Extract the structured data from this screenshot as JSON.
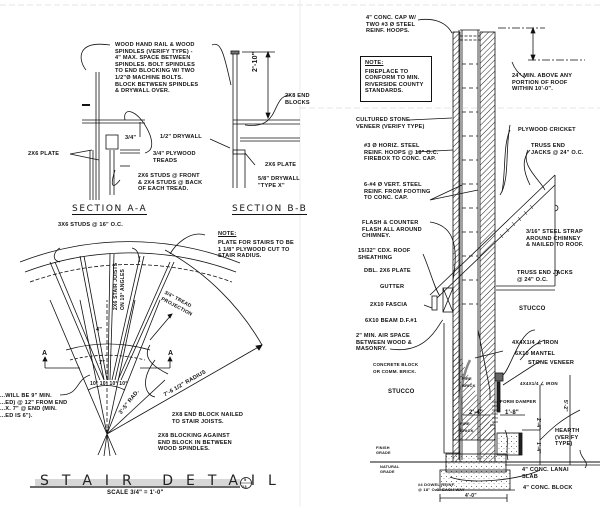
{
  "sheet": {
    "left_panel": {
      "section_titles": {
        "a": "SECTION A-A",
        "b": "SECTION B-B"
      },
      "labels": {
        "handrail": "WOOD HAND RAIL & WOOD\nSPINDLES (VERIFY TYPE) -\n4\" MAX. SPACE BETWEEN\nSPINDLES. BOLT SPINDLES\nTO END BLOCKING W/ TWO\n1/2\"Ø MACHINE BOLTS.\nBLOCK BETWEEN SPINDLES\n& DRYWALL OVER.",
        "height_dim": "2'-10\"",
        "end_blocks": "2x8 END\nBLOCKS",
        "drywall_half": "1/2\" DRYWALL",
        "plywood_treads": "3/4\" PLYWOOD\nTREADS",
        "plate_left": "2x6 PLATE",
        "plate_right": "2x6 PLATE",
        "studs": "2x6 STUDS @ FRONT\n& 2x4 STUDS @ BACK\nOF EACH TREAD.",
        "drywall_typex": "5/8\" DRYWALL\n\"TYPE X\"",
        "tread_dim": "3/4\"",
        "studs_oc": "3x6 STUDS @ 16\" O.C.",
        "note_title": "NOTE:",
        "note_body": "PLATE FOR STAIRS TO BE\n1 1/8\" PLYWOOD CUT TO\nSTAIR RADIUS.",
        "joists": "2x6 STAIR JOISTS\nON 10° ANGLES",
        "tread_projection": "3/4\" TREAD\nPROJECTION",
        "radius_outer": "7'-6 1/2\" RADIUS",
        "radius_inner": "3'-5\" RAD.",
        "angles": "10° 10° 10° 10°",
        "tread_width": "7\"",
        "tread_min": "4\"",
        "end_note": "...WILL BE 9\" MIN.\n...ED) @ 12\" FROM END\n...X. 7\" @ END (MIN.\n...ED IS 6\").",
        "end_block": "2x8 END BLOCK NAILED\nTO STAIR JOISTS.",
        "blocking": "2x8 BLOCKING AGAINST\nEND BLOCK IN BETWEEN\nWOOD SPINDLES.",
        "section_marker": "A",
        "dim_b": "B"
      },
      "detail_title": "STAIR DETAIL",
      "detail_scale": "SCALE 3/4\" = 1'-0\"",
      "detail_ref": {
        "num": "5",
        "sheet": "13"
      }
    },
    "right_panel": {
      "labels": {
        "conc_cap": "4\" CONC. CAP W/\nTWO #3 Ø STEEL\nREINF. HOOPS.",
        "note_title": "NOTE:",
        "note_body": "FIREPLACE TO\nCONFORM TO MIN.\nRIVERSIDE COUNTY\nSTANDARDS.",
        "above_roof": "24\" MIN. ABOVE ANY\nPORTION OF ROOF\nWITHIN 10'-0\".",
        "stone_veneer": "CULTURED STONE\nVENEER (VERIFY TYPE)",
        "plywood_cricket": "PLYWOOD CRICKET",
        "horiz_steel": "#3 Ø HORIZ. STEEL\nREINF. HOOPS @ 18\" O.C.\nFIREBOX TO CONC. CAP.",
        "truss_jacks_top": "TRUSS END\nJACKS @ 24\" O.C.",
        "vert_steel": "6-#4 Ø VERT. STEEL\nREINF. FROM FOOTING\nTO CONC. CAP.",
        "flash": "FLASH & COUNTER\nFLASH ALL AROUND\nCHIMNEY.",
        "strap": "3/16\" STEEL STRAP\nAROUND CHIMNEY\n& NAILED TO ROOF.",
        "sheathing": "15/32\" CDX. ROOF\nSHEATHING",
        "dbl_plate": "DBL. 2x6 PLATE",
        "gutter": "GUTTER",
        "truss_jacks_bottom": "TRUSS END JACKS\n@ 24\" O.C.",
        "fascia": "2x10 FASCIA",
        "stucco_right": "STUCCO",
        "beam": "6x10 BEAM D.F.#1",
        "air_space": "2\" MIN. AIR SPACE\nBETWEEN WOOD &\nMASONRY.",
        "angle_iron_top": "4x4x1/4 ∠ IRON",
        "mantel": "6x10 MANTEL",
        "stone_veneer_2": "STONE VENEER",
        "conc_block": "CONCRETE BLOCK\nOR COMM. BRICK.",
        "angle_iron_2": "4x4x1/4 ∠ IRON",
        "stucco_left": "STUCCO",
        "form_damper": "FORM DAMPER",
        "fire_brick_top": "FIRE\nBRICK",
        "fire_brick_bottom": "FIRE\nBRICK",
        "dim_2_4": "2'-4\"",
        "dim_1_8": "1'-8\"",
        "dim_2_4_v": "2'-4\"",
        "dim_5_2": "5'-2\"",
        "dim_1_4": "1'-4\"",
        "hearth": "HEARTH\n(VERIFY\nTYPE)",
        "finish_grade": "FINISH\nGRADE",
        "natural_grade": "NATURAL\nGRADE",
        "dowel": "#4 DOWEL REINF.\n@ 18\" O.C. EACH WAY",
        "footing_width": "4'-0\"",
        "lanai": "4\" CONC. LANAI\nSLAB",
        "conc_block_4": "4\" CONC. BLOCK"
      }
    }
  }
}
